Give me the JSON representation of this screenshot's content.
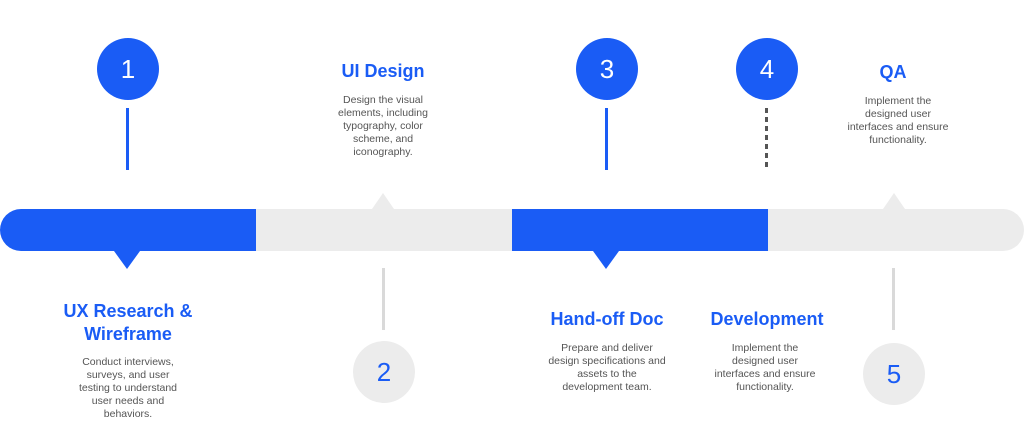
{
  "steps": [
    {
      "number": "1",
      "title": "UX Research & Wireframe",
      "description": "Conduct interviews, surveys, and user testing to understand user needs and behaviors."
    },
    {
      "number": "2",
      "title": "UI Design",
      "description": "Design the visual elements, including typography, color scheme, and iconography."
    },
    {
      "number": "3",
      "title": "Hand-off Doc",
      "description": "Prepare and deliver design specifications and assets to the development team."
    },
    {
      "number": "4",
      "title": "Development",
      "description": "Implement the designed user interfaces and ensure functionality."
    },
    {
      "number": "5",
      "title": "QA",
      "description": "Implement the designed user interfaces and ensure functionality."
    }
  ],
  "colors": {
    "accent": "#1a5cf5",
    "track": "#ececec",
    "text": "#555555"
  }
}
